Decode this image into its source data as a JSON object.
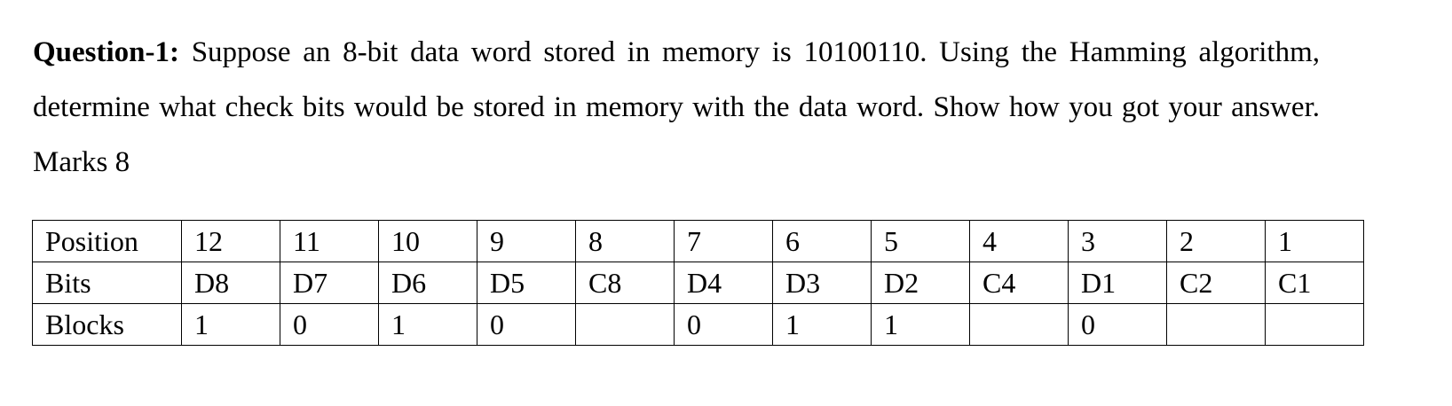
{
  "question": {
    "label": "Question-1:",
    "text": " Suppose an 8-bit data word stored in memory is 10100110. Using the Hamming algorithm, determine what check bits would be stored in memory with the data word. Show how you got your answer. Marks 8"
  },
  "table": {
    "rows": [
      {
        "header": "Position",
        "cells": [
          "12",
          "11",
          "10",
          "9",
          "8",
          "7",
          "6",
          "5",
          "4",
          "3",
          "2",
          "1"
        ]
      },
      {
        "header": "Bits",
        "cells": [
          "D8",
          "D7",
          "D6",
          "D5",
          "C8",
          "D4",
          "D3",
          "D2",
          "C4",
          "D1",
          "C2",
          "C1"
        ]
      },
      {
        "header": "Blocks",
        "cells": [
          "1",
          "0",
          "1",
          "0",
          "",
          "0",
          "1",
          "1",
          "",
          "0",
          "",
          ""
        ]
      }
    ]
  }
}
